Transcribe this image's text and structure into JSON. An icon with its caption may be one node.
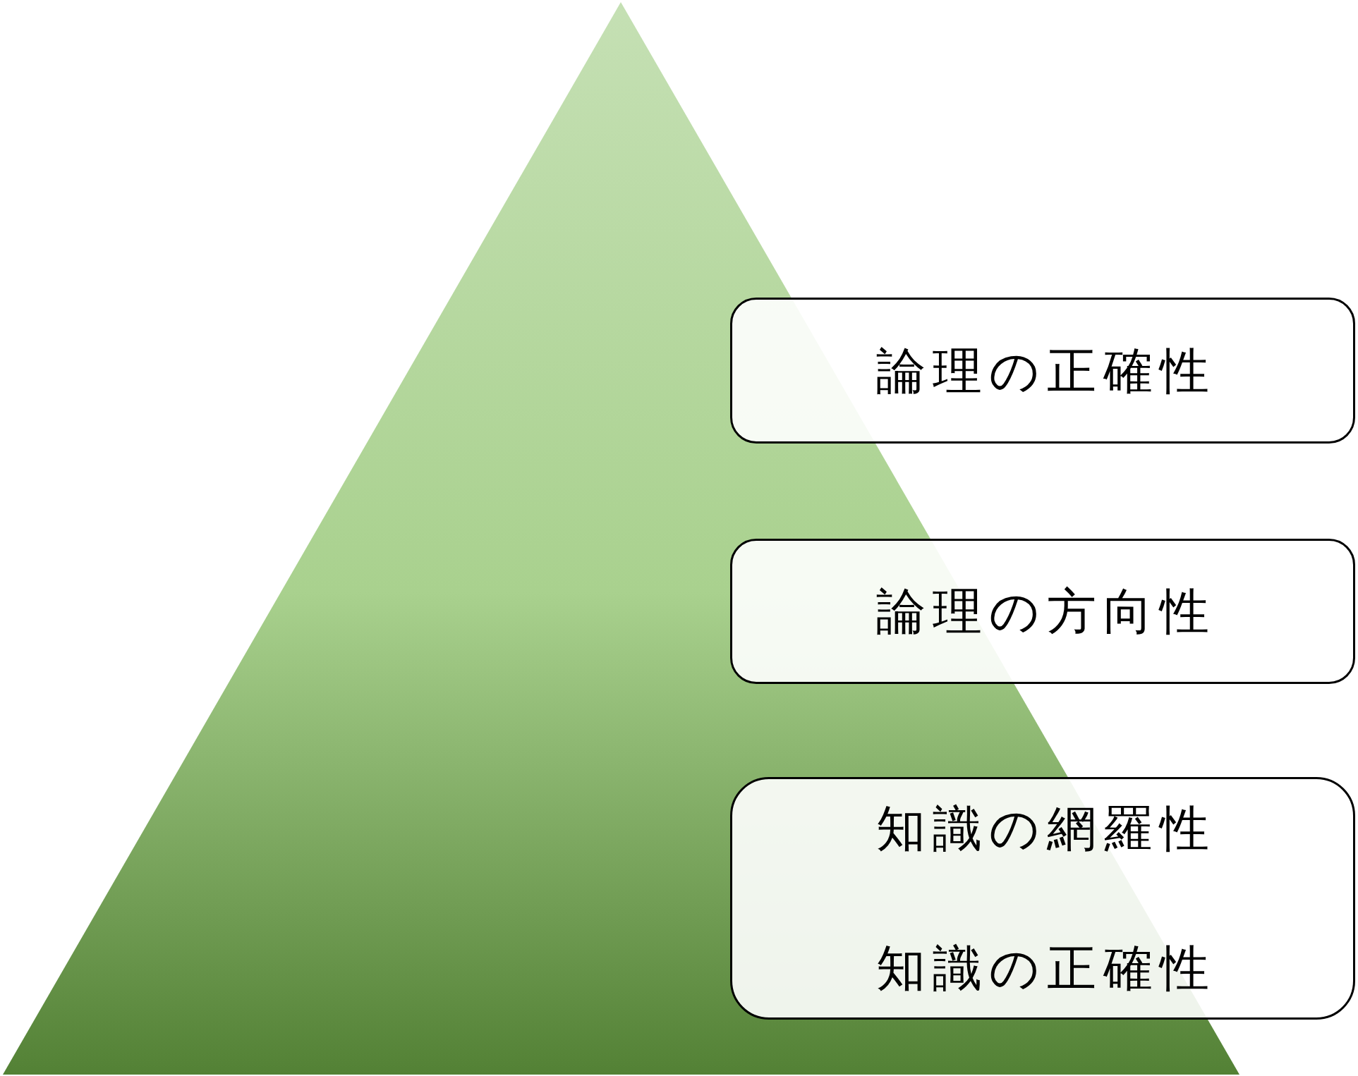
{
  "diagram": {
    "nodes": [
      {
        "text": [
          "論理の正確性"
        ]
      },
      {
        "text": [
          "論理の方向性"
        ]
      },
      {
        "text": [
          "知識の網羅性",
          "知識の正確性"
        ]
      }
    ]
  }
}
